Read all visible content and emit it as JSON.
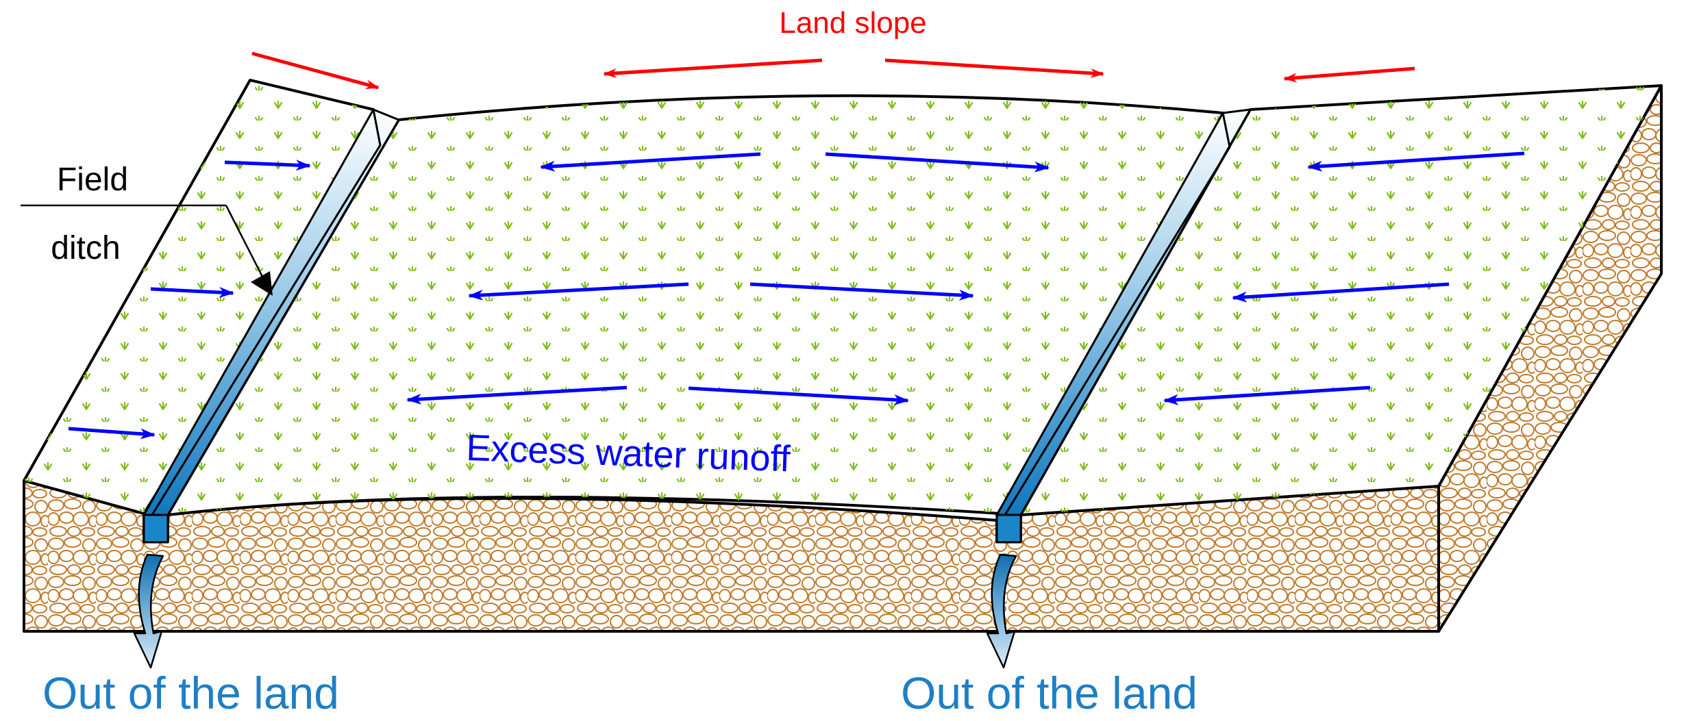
{
  "labels": {
    "land_slope": "Land slope",
    "field": "Field",
    "ditch": "ditch",
    "excess_runoff": "Excess water runoff",
    "outlet_left": "Out of the land",
    "outlet_right": "Out of the land"
  },
  "colors": {
    "slope_arrow": "#ff0000",
    "runoff_arrow": "#0000ff",
    "outlet_text": "#1e7fc4",
    "soil_fill": "#ffffff",
    "soil_pebble": "#c07a2a",
    "grass": "#7cbd1a",
    "ditch_water": "#1a86c9",
    "outline": "#000000"
  },
  "icons": {
    "grass": "grass-tuft-icon",
    "drain_outflow": "curved-drain-arrow-icon"
  }
}
